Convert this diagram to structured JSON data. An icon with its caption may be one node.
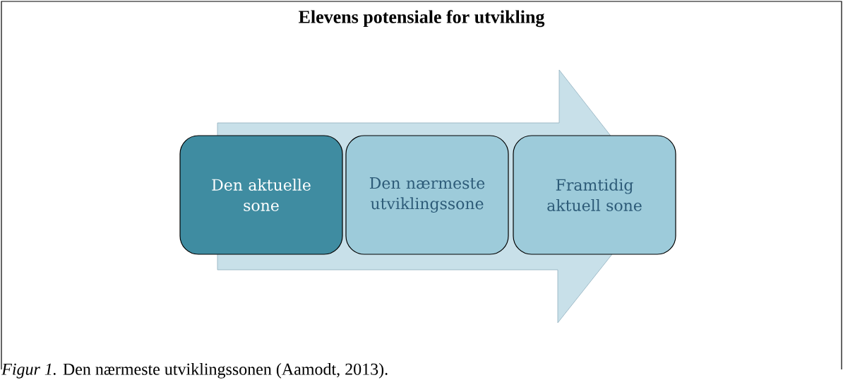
{
  "diagram": {
    "caption": "*Figur 1.* Den nærmeste utviklingssonen (Aamodt, 2013).",
    "nodes": [
      {
        "text": [
          "Elevens potensiale for utvikling"
        ]
      },
      {
        "text": [
          "Den aktuelle sone"
        ],
        "in": 0
      },
      {
        "text": [
          "Den nærmeste utviklingssone"
        ],
        "in": 0
      },
      {
        "text": [
          "Framtidig aktuell sone"
        ],
        "in": 0
      }
    ],
    "edges": [
      {
        "from": 1,
        "to": 3,
        "arrow": "to"
      }
    ]
  }
}
